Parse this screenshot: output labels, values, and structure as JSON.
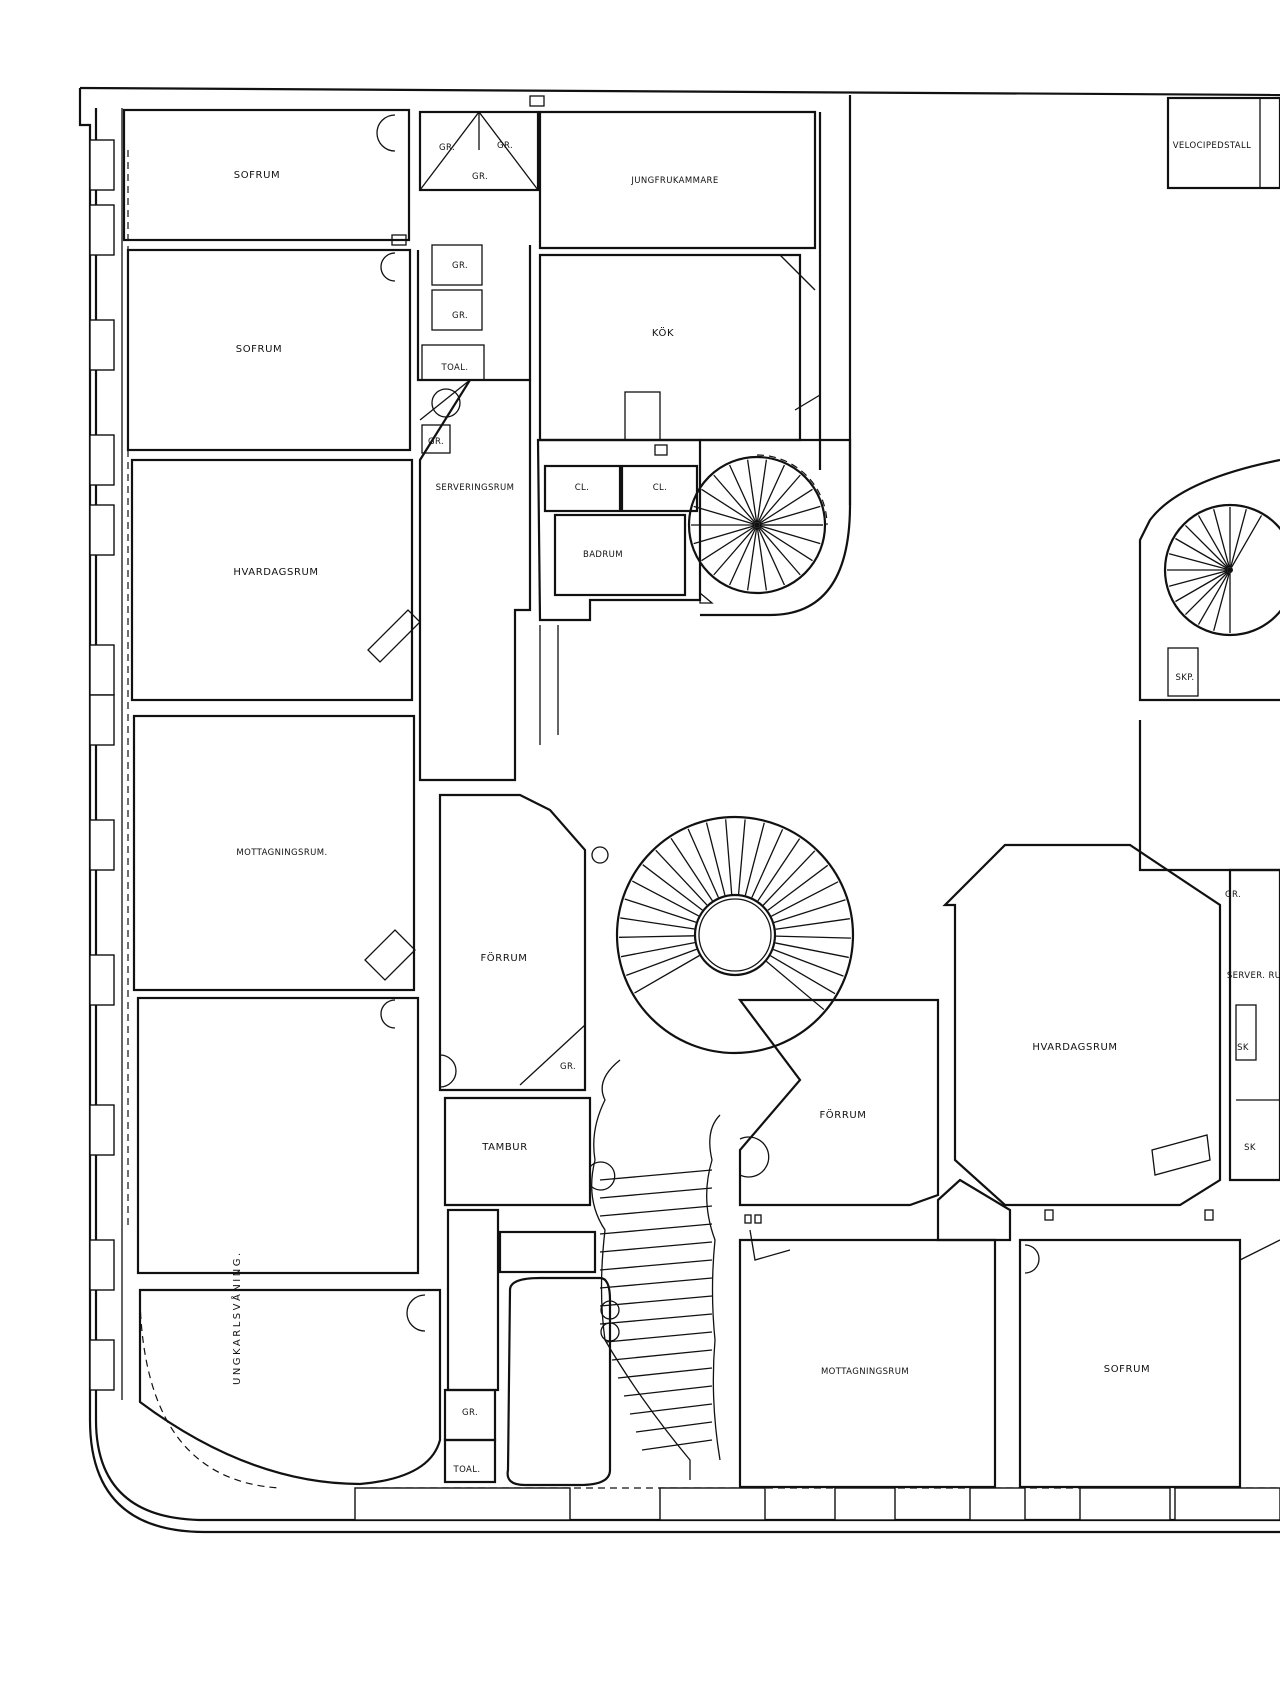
{
  "plan": {
    "rooms": {
      "sofrum_1": "SOFRUM",
      "sofrum_2": "SOFRUM",
      "sofrum_3": "SOFRUM",
      "jungfrukammare": "JUNGFRUKAMMARE",
      "velocipedstall": "VELOCIPEDSTALL",
      "kok": "KÖK",
      "toal_1": "TOAL.",
      "toal_2": "TOAL.",
      "serveringsrum_1": "SERVERINGSRUM",
      "serveringsrum_2": "SERVER. RUM",
      "cl_1": "CL.",
      "cl_2": "CL.",
      "badrum": "BADRUM",
      "hvardagsrum_1": "HVARDAGSRUM",
      "hvardagsrum_2": "HVARDAGSRUM",
      "mottagningsrum_1": "MOTTAGNINGSRUM.",
      "mottagningsrum_2": "MOTTAGNINGSRUM",
      "forrum_1": "FÖRRUM",
      "forrum_2": "FÖRRUM",
      "tambur": "TAMBUR",
      "ungkarlsvaning": "UNGKARLSVÅNING.",
      "skp": "SKP.",
      "sk_1": "SK",
      "sk_2": "SK"
    },
    "gr_labels": [
      "GR.",
      "GR.",
      "GR.",
      "GR.",
      "GR.",
      "GR.",
      "GR.",
      "GR.",
      "GR."
    ]
  }
}
